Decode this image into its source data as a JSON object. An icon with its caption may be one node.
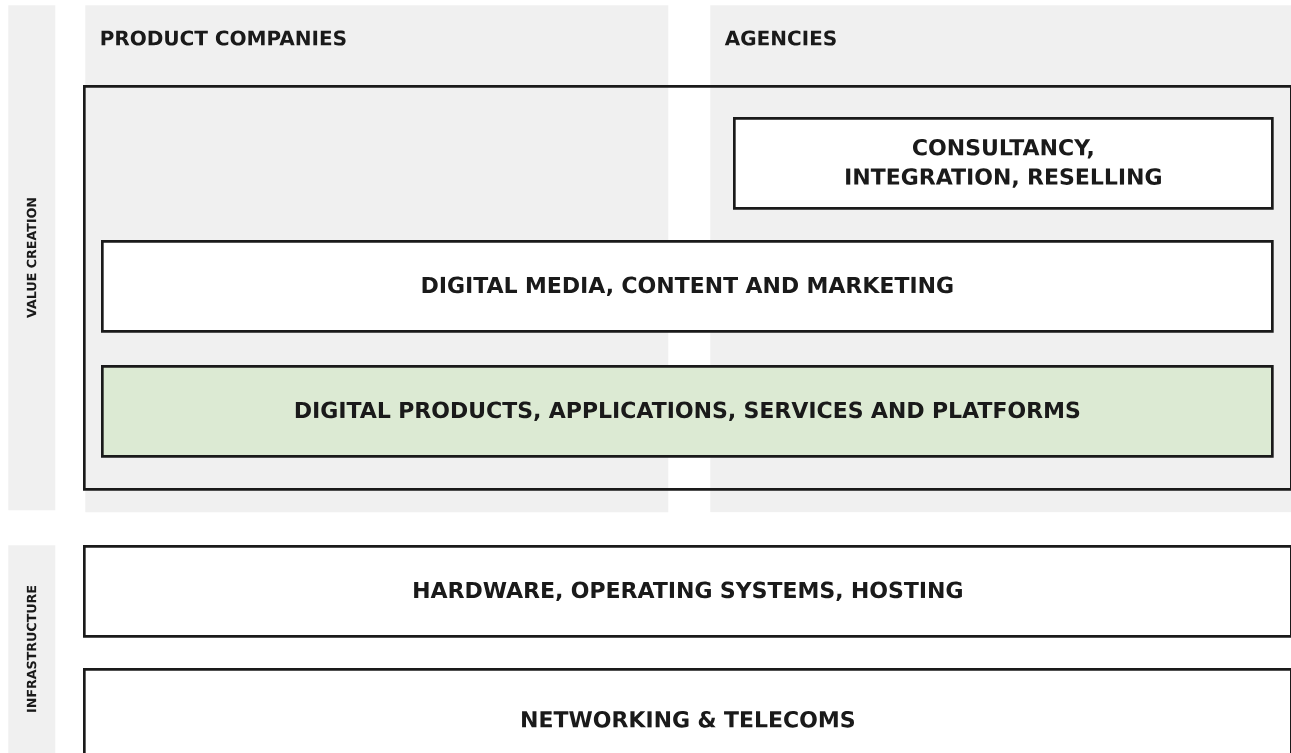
{
  "diagram": {
    "nodes": [
      {
        "text": [
          "VALUE CREATION"
        ]
      },
      {
        "text": [
          "PRODUCT COMPANIES"
        ]
      },
      {
        "text": [
          "AGENCIES"
        ]
      },
      {
        "text": [],
        "shape": "box"
      },
      {
        "text": [
          "CONSULTANCY, INTEGRATION, RESELLING"
        ]
      },
      {
        "text": [
          "DIGITAL MEDIA, CONTENT AND MARKETING"
        ],
        "in": 3
      },
      {
        "text": [
          "DIGITAL PRODUCTS, APPLICATIONS, SERVICES AND PLATFORMS"
        ],
        "in": 3
      },
      {
        "text": [
          "INFRASTRUCTURE"
        ]
      },
      {
        "text": [
          "HARDWARE, OPERATING SYSTEMS, HOSTING"
        ]
      },
      {
        "text": [
          "NETWORKING & TELECOMS"
        ]
      }
    ]
  }
}
